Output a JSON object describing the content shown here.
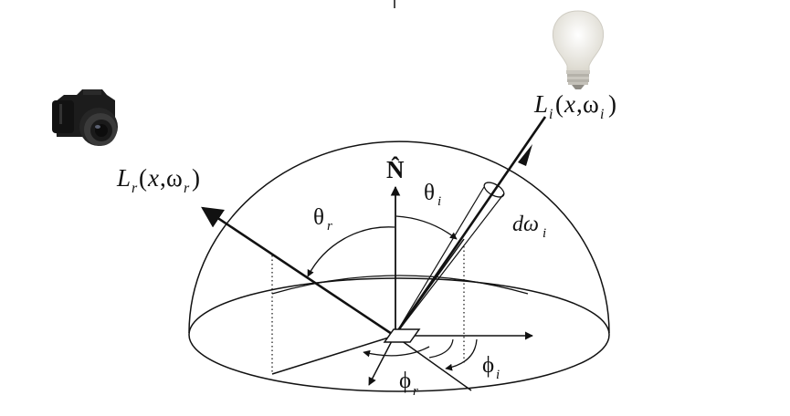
{
  "colors": {
    "ink": "#111111",
    "bulb_glass": "#e8e6df",
    "bulb_glow": "#fbfaf2",
    "bulb_base": "#b9b7b0",
    "camera_body": "#1c1c1c",
    "camera_lens": "#3a3a3a"
  },
  "icons": {
    "camera": "camera-icon",
    "light": "light-bulb-icon"
  },
  "labels": {
    "normal": "N̂",
    "theta_r": "θ",
    "theta_r_sub": "r",
    "theta_i": "θ",
    "theta_i_sub": "i",
    "phi_r": "ϕ",
    "phi_r_sub": "r",
    "phi_i": "ϕ",
    "phi_i_sub": "i",
    "domega_d": "dω",
    "domega_sub": "i",
    "incident": {
      "L": "L",
      "sub": "i",
      "open": "(",
      "x": "x",
      "comma": ",",
      "omega": "ω",
      "omega_sub": "i",
      "close": ")"
    },
    "reflected": {
      "L": "L",
      "sub": "r",
      "open": "(",
      "x": "x",
      "comma": ",",
      "omega": "ω",
      "omega_sub": "r",
      "close": ")"
    }
  }
}
